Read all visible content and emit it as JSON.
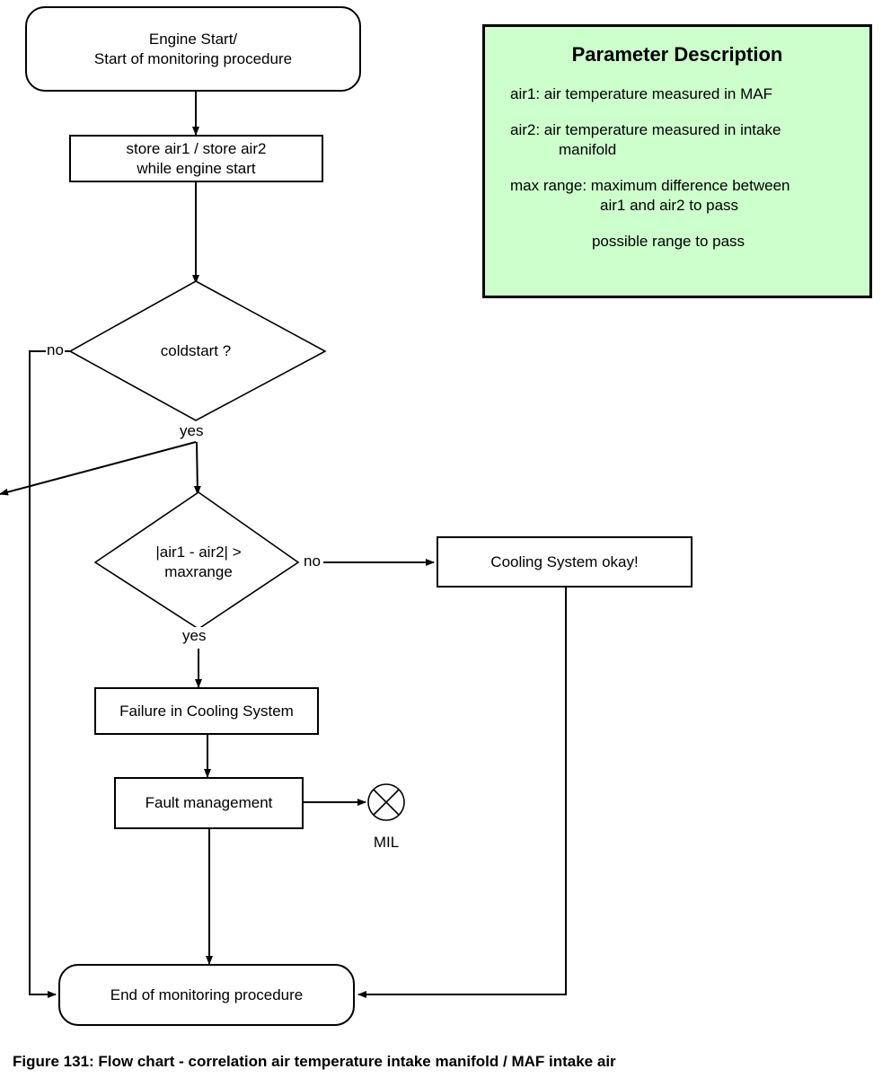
{
  "figure": {
    "caption": "Figure 131: Flow chart - correlation air temperature intake manifold / MAF intake air"
  },
  "colors": {
    "param_box_fill": "#ccffcc",
    "stroke": "#000000",
    "node_fill": "#ffffff"
  },
  "flowchart": {
    "nodes": {
      "start": {
        "line1": "Engine Start/",
        "line2": "Start of monitoring procedure"
      },
      "store": {
        "line1": "store air1 / store air2",
        "line2": "while engine start"
      },
      "decision_coldstart": {
        "label": "coldstart ?"
      },
      "decision_range": {
        "line1": "|air1 - air2| >",
        "line2": "maxrange"
      },
      "cooling_ok": {
        "label": "Cooling System okay!"
      },
      "failure": {
        "label": "Failure in Cooling System"
      },
      "fault_management": {
        "label": "Fault management"
      },
      "mil": {
        "label": "MIL"
      },
      "end": {
        "label": "End of monitoring procedure"
      }
    },
    "edge_labels": {
      "coldstart_no": "no",
      "coldstart_yes": "yes",
      "range_no": "no",
      "range_yes": "yes"
    }
  },
  "parameter_description": {
    "title": "Parameter Description",
    "entries": [
      {
        "main": "air1: air temperature measured in MAF",
        "cont": ""
      },
      {
        "main": "air2: air temperature measured in intake",
        "cont": "manifold"
      },
      {
        "main": "max range: maximum difference between",
        "cont": "air1 and air2 to pass"
      }
    ],
    "footer": "possible range to pass"
  }
}
